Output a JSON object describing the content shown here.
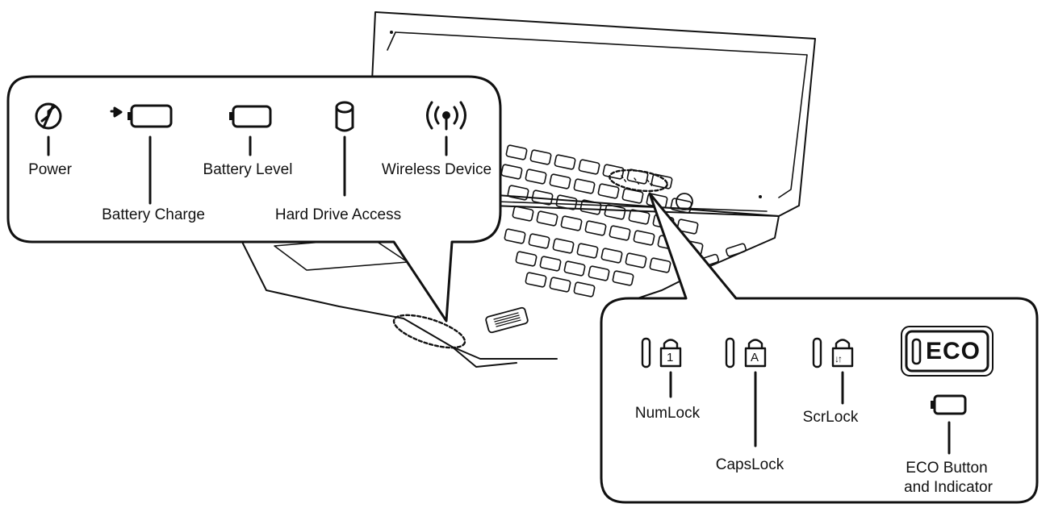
{
  "top_callout": {
    "power_label": "Power",
    "battery_charge_label": "Battery Charge",
    "battery_level_label": "Battery Level",
    "hard_drive_label": "Hard Drive Access",
    "wireless_label": "Wireless Device"
  },
  "bottom_callout": {
    "numlock_label": "NumLock",
    "capslock_label": "CapsLock",
    "scrlock_label": "ScrLock",
    "eco_button_text": "ECO",
    "eco_label_line1": "ECO Button",
    "eco_label_line2": "and Indicator",
    "numlock_glyph": "1",
    "capslock_glyph": "A",
    "scrlock_glyph": "↓↑"
  },
  "icons": [
    "power-icon",
    "battery-charge-icon",
    "battery-level-icon",
    "hard-drive-icon",
    "wireless-icon",
    "numlock-icon",
    "capslock-icon",
    "scrlock-icon",
    "eco-battery-icon"
  ]
}
